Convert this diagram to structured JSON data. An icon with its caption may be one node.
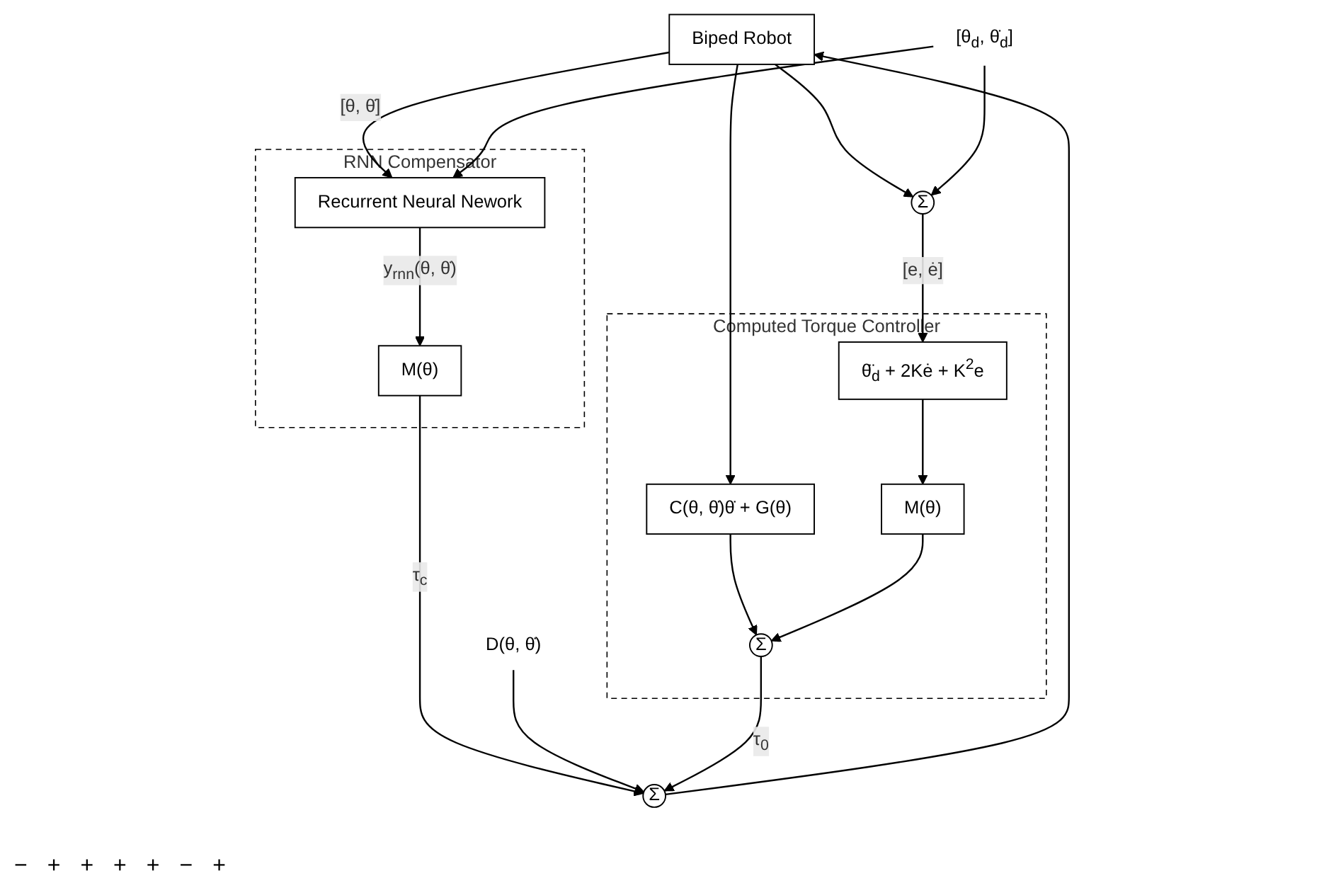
{
  "diagram": {
    "nodes": [
      {
        "text": [
          "Biped Robot"
        ]
      },
      {
        "text": [
          "RNN Compensator"
        ]
      },
      {
        "text": [
          "M(θ)"
        ],
        "in": 1
      },
      {
        "text": [
          "Recurrent Neural Nework"
        ],
        "in": 1
      },
      {
        "text": [
          "Computed Torque Controller"
        ]
      },
      {
        "text": [
          "Σ"
        ]
      },
      {
        "text": [
          "Σ"
        ],
        "in": 4
      },
      {
        "text": [
          "C(θ, θ̇)θ̇ + G(θ)"
        ],
        "in": 4
      },
      {
        "text": [
          "M(θ)"
        ],
        "in": 4
      },
      {
        "text": [
          "θ̈$_{d}$ + 2Kė + K$^{2}$e"
        ],
        "in": 4
      },
      {
        "text": [
          "Σ"
        ]
      },
      {
        "text": [
          "D(θ, θ̇)"
        ]
      },
      {
        "text": [
          "[θ$_{d}$, θ̇$_{d}$]"
        ]
      }
    ],
    "edges": [
      {
        "from": 5,
        "to": 0,
        "arrow": "to"
      },
      {
        "from": 0,
        "to": 3,
        "arrow": "to",
        "label": "[θ, θ̇]"
      },
      {
        "from": 12,
        "to": 3,
        "arrow": "to"
      },
      {
        "from": 0,
        "to": 7,
        "arrow": "to"
      },
      {
        "from": 0,
        "to": 10,
        "arrow": "to"
      },
      {
        "from": 12,
        "to": 10,
        "arrow": "to"
      },
      {
        "from": 3,
        "to": 2,
        "arrow": "to",
        "label": "y$_{rnn}$(θ, θ̇)"
      },
      {
        "from": 2,
        "to": 5,
        "arrow": "to",
        "label": "τ$_{c}$"
      },
      {
        "from": 11,
        "to": 5,
        "arrow": "to"
      },
      {
        "from": 6,
        "to": 5,
        "arrow": "to",
        "label": "τ$_{0}$"
      },
      {
        "from": 7,
        "to": 6,
        "arrow": "to"
      },
      {
        "from": 8,
        "to": 6,
        "arrow": "to"
      },
      {
        "from": 10,
        "to": 9,
        "arrow": "to",
        "label": "[e, ė]"
      },
      {
        "from": 9,
        "to": 8,
        "arrow": "to"
      }
    ],
    "labels": [
      "−",
      "+",
      "+",
      "+",
      "+",
      "−",
      "+"
    ]
  }
}
